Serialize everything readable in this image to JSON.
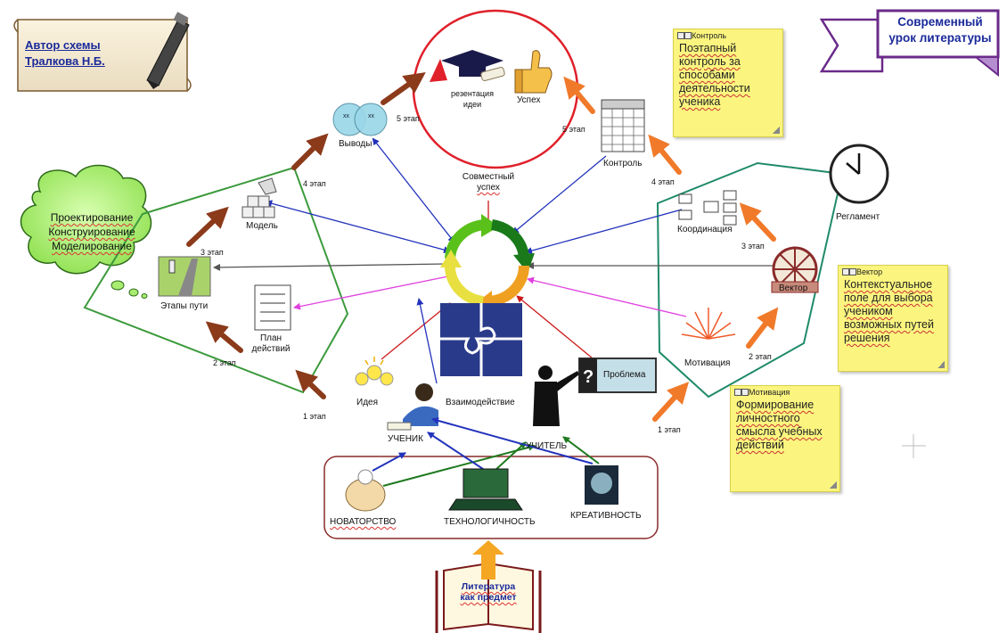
{
  "author": {
    "line1": "Автор схемы",
    "line2": "Тралкова Н.Б."
  },
  "banner": {
    "line1": "Современный",
    "line2": "урок литературы"
  },
  "cloud": {
    "line1": "Проектирование",
    "line2": "Конструирование",
    "line3": "Моделирование"
  },
  "book": {
    "line1": "Литература",
    "line2": "как предмет"
  },
  "notes": {
    "kontrol": {
      "title": "Контроль",
      "lines": [
        "Поэтапный",
        "контроль за",
        "способами",
        "деятельности",
        "ученика"
      ]
    },
    "vektor": {
      "title": "Вектор",
      "lines": [
        "Контекстуальное",
        "поле для выбора",
        "учеником",
        "возможных путей",
        "решения"
      ]
    },
    "motivaciya": {
      "title": "Мотивация",
      "lines": [
        "Формирование",
        "личностного",
        "смысла учебных",
        "действий"
      ]
    }
  },
  "nodes": {
    "vyvody": "Выводы",
    "prezentaciya_1": "резентация",
    "prezentaciya_2": "идеи",
    "uspeh": "Успех",
    "sovmestny_1": "Совместный",
    "sovmestny_2": "успех",
    "kontrol": "Контроль",
    "model": "Модель",
    "etapy_puti": "Этапы пути",
    "plan_1": "План",
    "plan_2": "действий",
    "ideya": "Идея",
    "vzaimodeystvie": "Взаимодействие",
    "problema": "Проблема",
    "uchenik": "УЧЕНИК",
    "uchitel": "УЧИТЕЛЬ",
    "koordinaciya": "Координация",
    "reglament": "Регламент",
    "vektor": "Вектор",
    "motivaciya": "Мотивация",
    "novatorstvo": "НОВАТОРСТВО",
    "tehnologichnost": "ТЕХНОЛОГИЧНОСТЬ",
    "kreativnost": "КРЕАТИВНОСТЬ"
  },
  "stages": {
    "left_1": "1 этап",
    "left_2": "2 этап",
    "left_3": "3 этап",
    "left_4": "4 этап",
    "left_5": "5 этап",
    "right_1": "1 этап",
    "right_2": "2 этап",
    "right_3": "3 этап",
    "right_4": "4 этап",
    "right_5": "5 этап"
  },
  "colors": {
    "stage_arrow_left": "#8b3a1a",
    "stage_arrow_right": "#f07a2a",
    "green_frame": "#3c9a3c",
    "red_circle": "#e0202a",
    "title_text": "#1a2a9a",
    "sticky": "#fbf57f"
  }
}
